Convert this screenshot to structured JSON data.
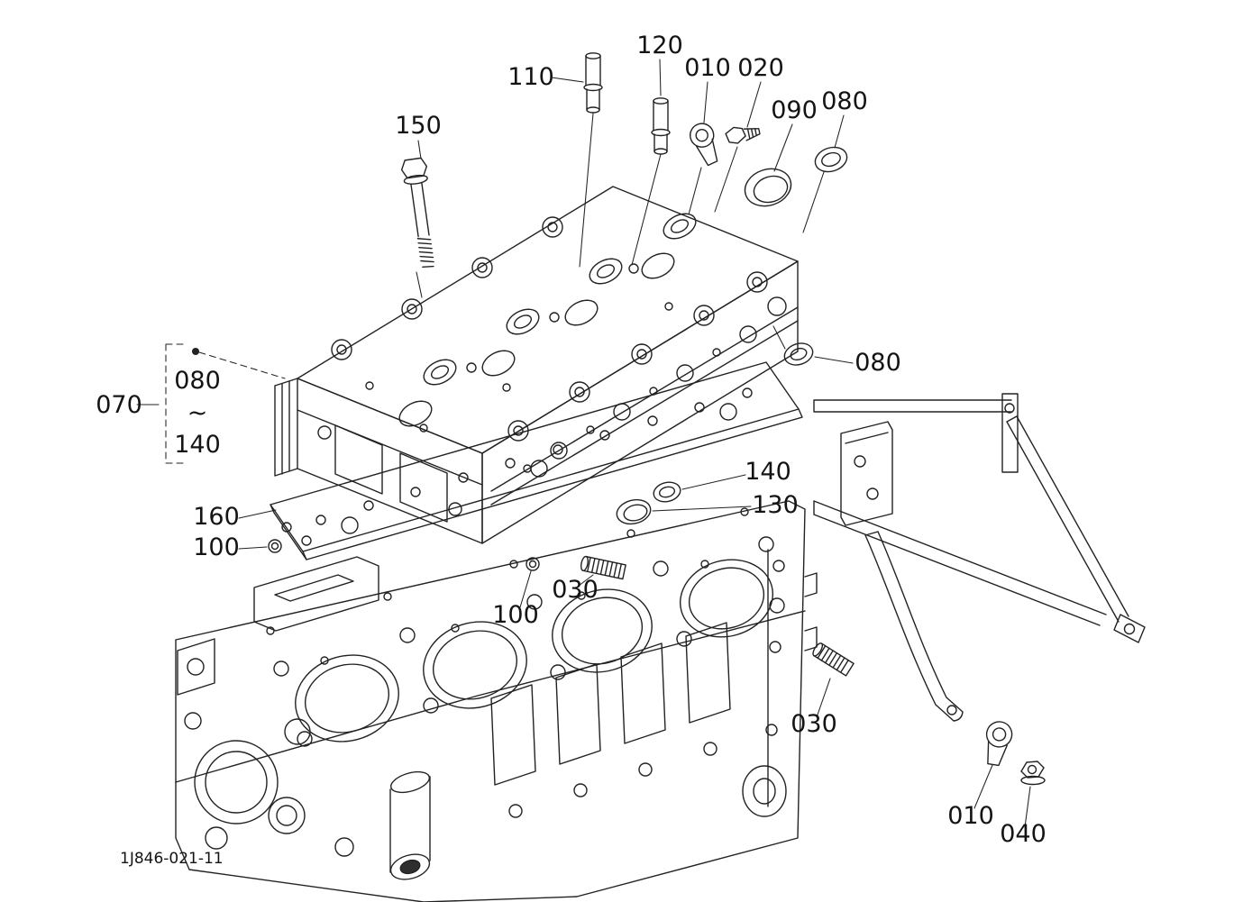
{
  "figure": {
    "drawing_number": "1J846-021-11"
  },
  "colors": {
    "line": "#222222",
    "background": "#ffffff"
  },
  "callouts": [
    {
      "label": "150"
    },
    {
      "label": "110"
    },
    {
      "label": "120"
    },
    {
      "label": "010"
    },
    {
      "label": "020"
    },
    {
      "label": "090"
    },
    {
      "label": "080"
    },
    {
      "label": "080"
    },
    {
      "label": "070"
    },
    {
      "label": "080"
    },
    {
      "label": "~"
    },
    {
      "label": "140"
    },
    {
      "label": "160"
    },
    {
      "label": "100"
    },
    {
      "label": "100"
    },
    {
      "label": "030"
    },
    {
      "label": "140"
    },
    {
      "label": "130"
    },
    {
      "label": "030"
    },
    {
      "label": "010"
    },
    {
      "label": "040"
    }
  ]
}
